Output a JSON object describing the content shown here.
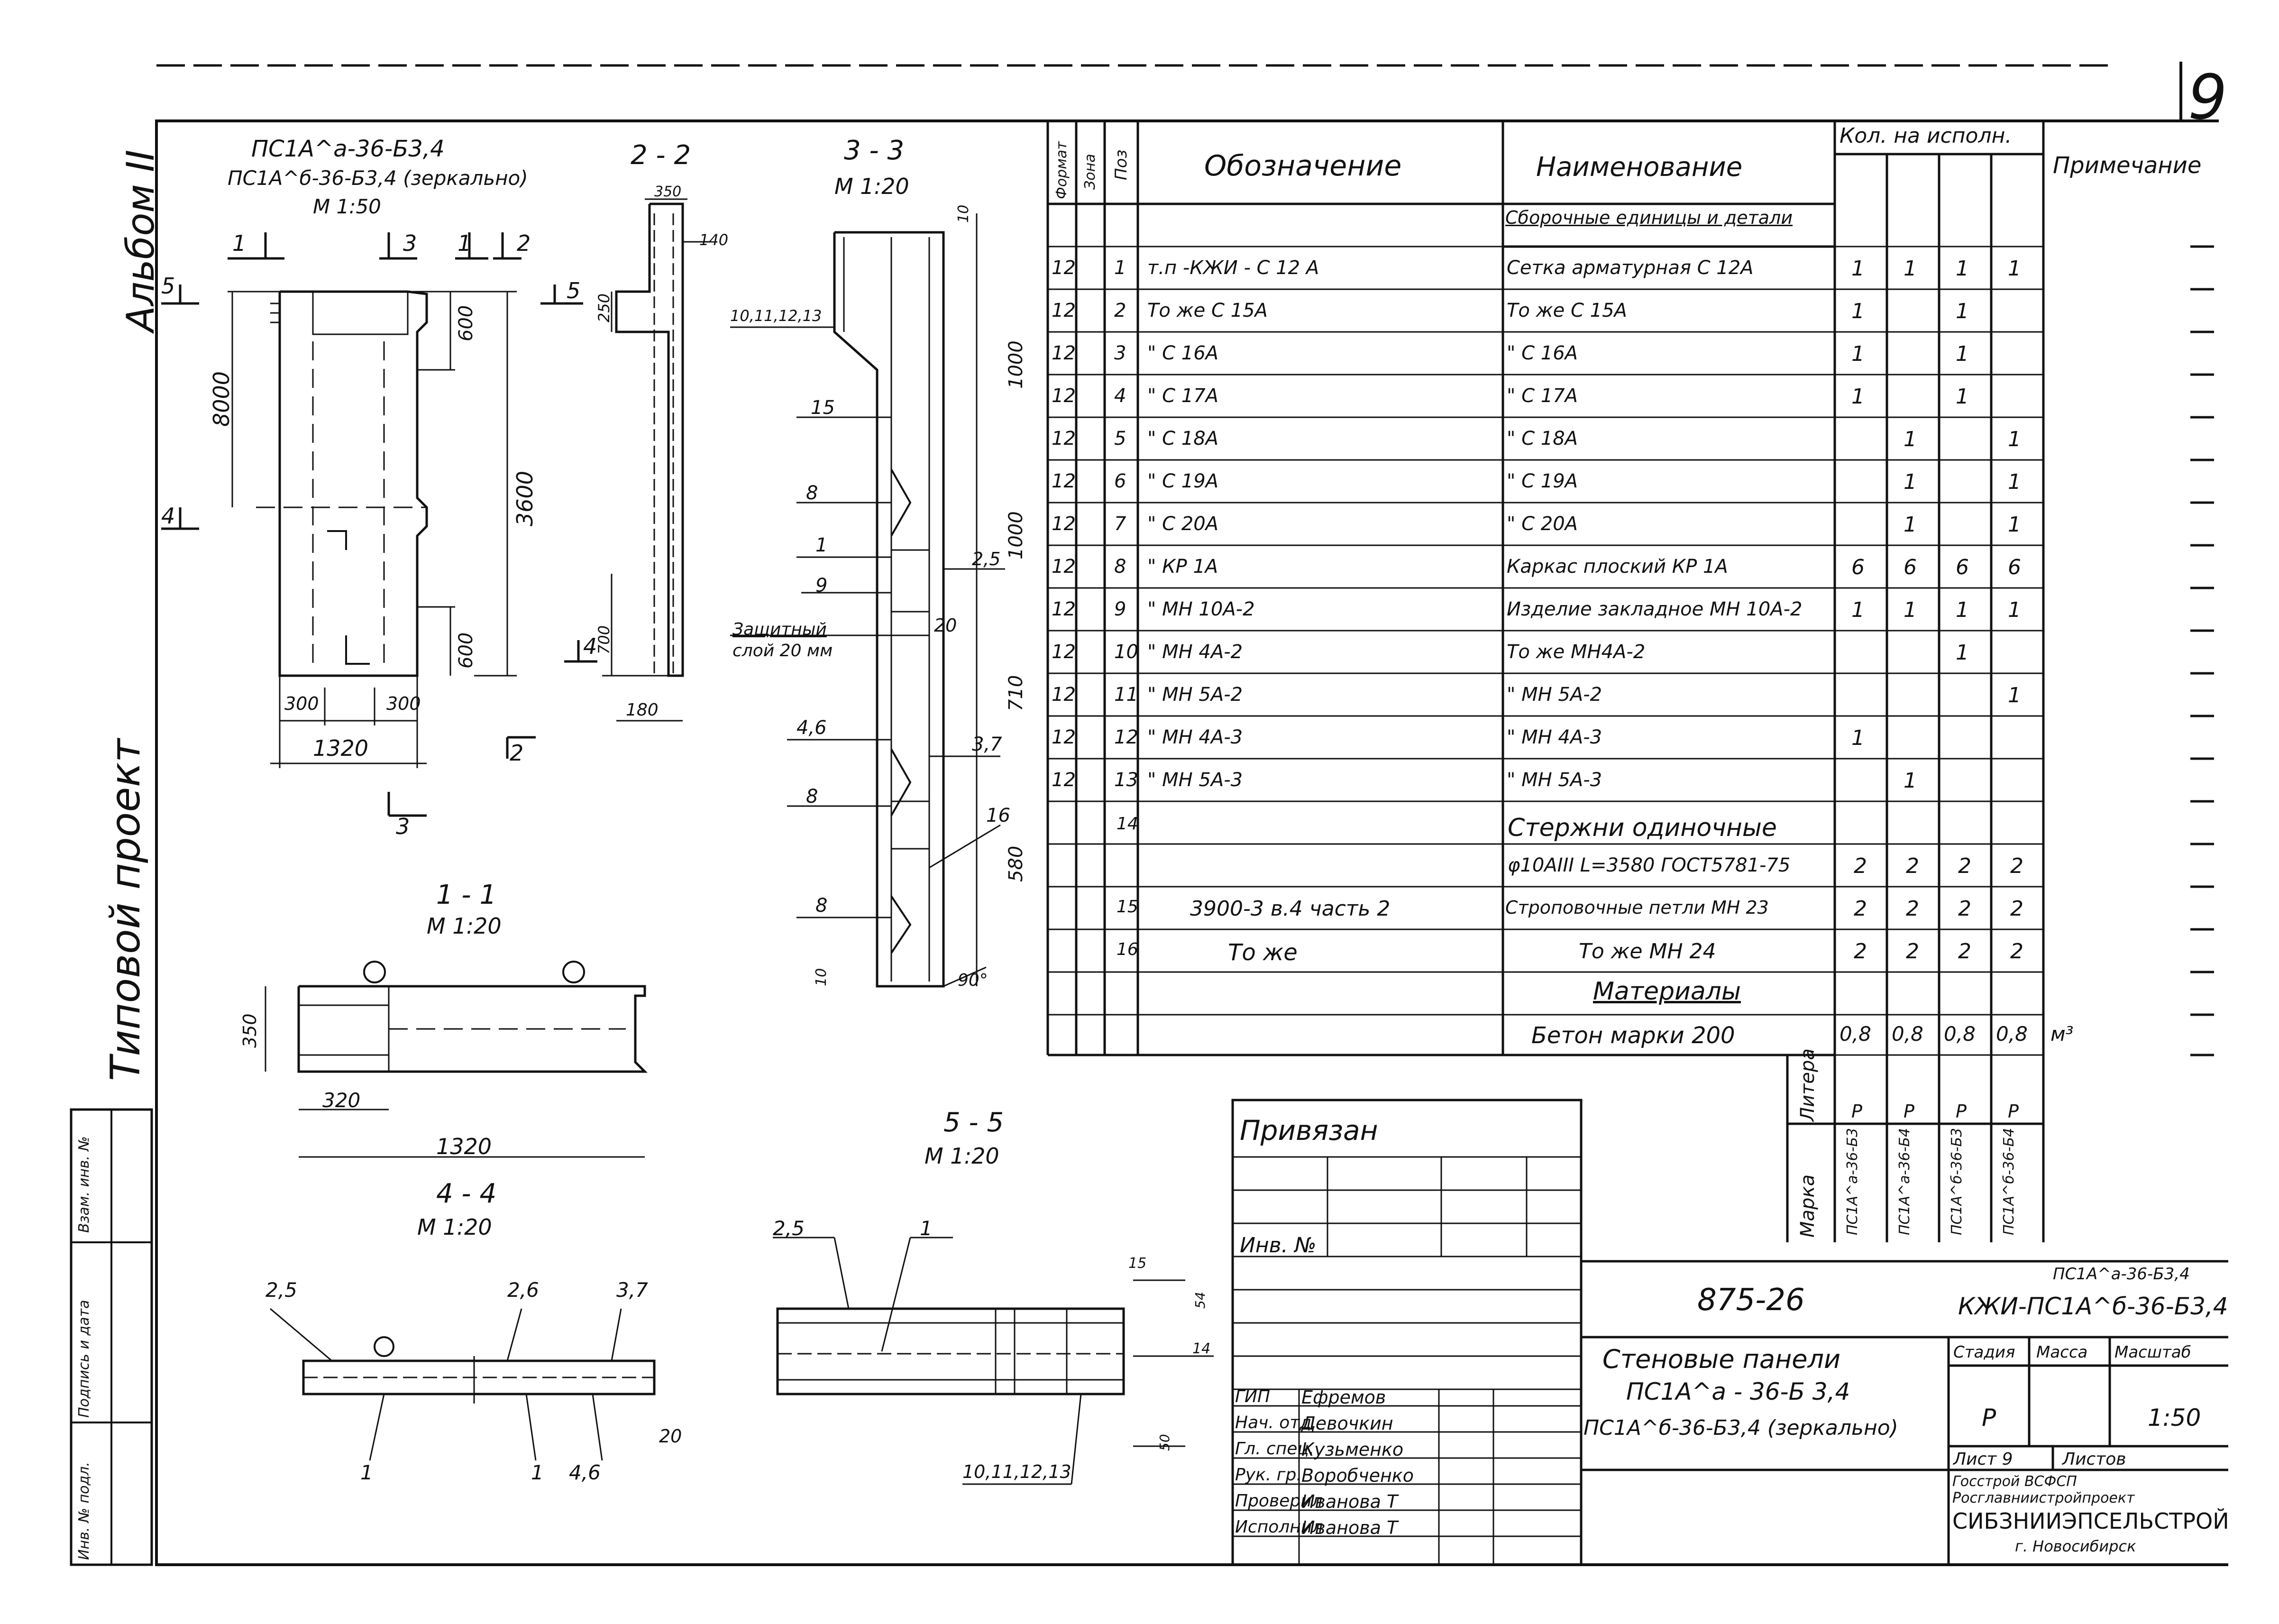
{
  "sheet": {
    "number": "9",
    "album": "Альбом II",
    "project_type": "Типовой проект",
    "left_strip": [
      "Инв. № подл.",
      "Подпись и дата",
      "Взам. инв. №"
    ]
  },
  "views": {
    "view_main": {
      "title_lines": [
        "ПС1А^а-36-Б3,4",
        "ПС1А^б-36-Б3,4 (зеркально)"
      ],
      "scale": "М 1:50",
      "dims": [
        "8000",
        "600",
        "3600",
        "600",
        "300",
        "300",
        "1320"
      ],
      "markers": [
        "1",
        "1",
        "2",
        "2",
        "3",
        "3",
        "4",
        "4",
        "5",
        "5"
      ]
    },
    "view_2_2": {
      "title": "2 - 2",
      "dims": [
        "350",
        "140",
        "250",
        "700",
        "180"
      ]
    },
    "view_3_3": {
      "title": "3 - 3",
      "scale": "М 1:20",
      "dims": [
        "10",
        "1000",
        "1000",
        "710",
        "580",
        "2,5",
        "20",
        "10",
        "90°"
      ],
      "callouts": [
        "10,11,12,13",
        "15",
        "8",
        "1",
        "9",
        "4,6",
        "3,7",
        "8",
        "16",
        "8"
      ],
      "note": [
        "Защитный",
        "слой 20 мм"
      ]
    },
    "view_1_1": {
      "title": "1 - 1",
      "scale": "М 1:20",
      "dims": [
        "350",
        "320",
        "1320"
      ]
    },
    "view_4_4": {
      "title": "4 - 4",
      "scale": "М 1:20",
      "callouts": [
        "2,5",
        "2,6",
        "3,7",
        "1",
        "1",
        "4,6",
        "20"
      ]
    },
    "view_5_5": {
      "title": "5 - 5",
      "scale": "М 1:20",
      "callouts": [
        "2,5",
        "1",
        "15",
        "54",
        "14",
        "50",
        "10,11,12,13"
      ]
    }
  },
  "spec": {
    "headers": {
      "format": "Формат",
      "zone": "Зона",
      "pos": "Поз",
      "designation": "Обозначение",
      "name": "Наименование",
      "qty": "Кол. на исполн.",
      "note": "Примечание"
    },
    "section_assemblies": "Сборочные единицы и детали",
    "rows": [
      {
        "fmt": "12",
        "pos": "1",
        "des": "т.п      -КЖИ - С  12 А",
        "name": "Сетка арматурная С 12А",
        "q": [
          "1",
          "1",
          "1",
          "1"
        ]
      },
      {
        "fmt": "12",
        "pos": "2",
        "des": "То же   С 15А",
        "name": "То  же         С 15А",
        "q": [
          "1",
          "",
          "1",
          ""
        ]
      },
      {
        "fmt": "12",
        "pos": "3",
        "des": "\"   С 16А",
        "name": "\"          С 16А",
        "q": [
          "1",
          "",
          "1",
          ""
        ]
      },
      {
        "fmt": "12",
        "pos": "4",
        "des": "\"   С 17А",
        "name": "\"           С 17А",
        "q": [
          "1",
          "",
          "1",
          ""
        ]
      },
      {
        "fmt": "12",
        "pos": "5",
        "des": "\"   С 18А",
        "name": "\"           С 18А",
        "q": [
          "",
          "1",
          "",
          "1"
        ]
      },
      {
        "fmt": "12",
        "pos": "6",
        "des": "\"   С 19А",
        "name": "\"           С 19А",
        "q": [
          "",
          "1",
          "",
          "1"
        ]
      },
      {
        "fmt": "12",
        "pos": "7",
        "des": "\"   С 20А",
        "name": "\"           С 20А",
        "q": [
          "",
          "1",
          "",
          "1"
        ]
      },
      {
        "fmt": "12",
        "pos": "8",
        "des": "\"   КР 1А",
        "name": "Каркас плоский КР 1А",
        "q": [
          "6",
          "6",
          "6",
          "6"
        ]
      },
      {
        "fmt": "12",
        "pos": "9",
        "des": "\"   МН 10А-2",
        "name": "Изделие закладное МН 10А-2",
        "q": [
          "1",
          "1",
          "1",
          "1"
        ]
      },
      {
        "fmt": "12",
        "pos": "10",
        "des": "\"   МН 4А-2",
        "name": "То  же     МН4А-2",
        "q": [
          "",
          "",
          "1",
          ""
        ]
      },
      {
        "fmt": "12",
        "pos": "11",
        "des": "\"   МН 5А-2",
        "name": "\"        МН 5А-2",
        "q": [
          "",
          "",
          "",
          "1"
        ]
      },
      {
        "fmt": "12",
        "pos": "12",
        "des": "\"   МН 4А-3",
        "name": "\"        МН 4А-3",
        "q": [
          "1",
          "",
          "",
          ""
        ]
      },
      {
        "fmt": "12",
        "pos": "13",
        "des": "\"   МН 5А-3",
        "name": "\"        МН 5А-3",
        "q": [
          "",
          "1",
          "",
          ""
        ]
      }
    ],
    "section_rods": "Стержни одиночные",
    "row14": {
      "pos": "14",
      "name": "φ10АIII L=3580 ГОСТ5781-75",
      "q": [
        "2",
        "2",
        "2",
        "2"
      ]
    },
    "row15": {
      "pos": "15",
      "des": "3900-3 в.4  часть 2",
      "name": "Строповочные петли МН 23",
      "q": [
        "2",
        "2",
        "2",
        "2"
      ]
    },
    "row16": {
      "pos": "16",
      "des": "То же",
      "name": "То  же         МН 24",
      "q": [
        "2",
        "2",
        "2",
        "2"
      ]
    },
    "section_materials": "Материалы",
    "row_concrete": {
      "name": "Бетон марки 200",
      "q": [
        "0,8",
        "0,8",
        "0,8",
        "0,8"
      ],
      "unit": "м³"
    },
    "litera_label": "Литера",
    "litera": [
      "Р",
      "Р",
      "Р",
      "Р"
    ],
    "marka_label": "Марка",
    "marka": [
      "ПС1А^а-36-Б3",
      "ПС1А^а-36-Б4",
      "ПС1А^б-36-Б3",
      "ПС1А^б-36-Б4"
    ]
  },
  "binding": {
    "privyazan": "Привязан",
    "inv": "Инв. №"
  },
  "title_block": {
    "doc_no": "875-26",
    "code_top": "ПС1А^а-36-Б3,4",
    "code_main": "КЖИ-ПС1А^б-36-Б3,4",
    "name_lines": [
      "Стеновые панели",
      "ПС1А^а - 36-Б 3,4",
      "ПС1А^б-36-Б3,4 (зеркально)"
    ],
    "stage_label": "Стадия",
    "mass_label": "Масса",
    "scale_label": "Масштаб",
    "stage": "Р",
    "scale": "1:50",
    "sheet_label": "Лист 9",
    "sheets_label": "Листов",
    "org_lines": [
      "Госстрой     ВСФСП",
      "Росглавниистройпроект",
      "СИБЗНИИЭПСЕЛЬСТРОЙ",
      "г. Новосибирск"
    ],
    "roles": [
      {
        "role": "ГИП",
        "person": "Ефремов"
      },
      {
        "role": "Нач. отд.",
        "person": "Девочкин"
      },
      {
        "role": "Гл. спец.",
        "person": "Кузьменко"
      },
      {
        "role": "Рук. гр.",
        "person": "Воробченко"
      },
      {
        "role": "Проверил",
        "person": "Иванова Т"
      },
      {
        "role": "Исполнил",
        "person": "Иванова Т"
      }
    ]
  }
}
